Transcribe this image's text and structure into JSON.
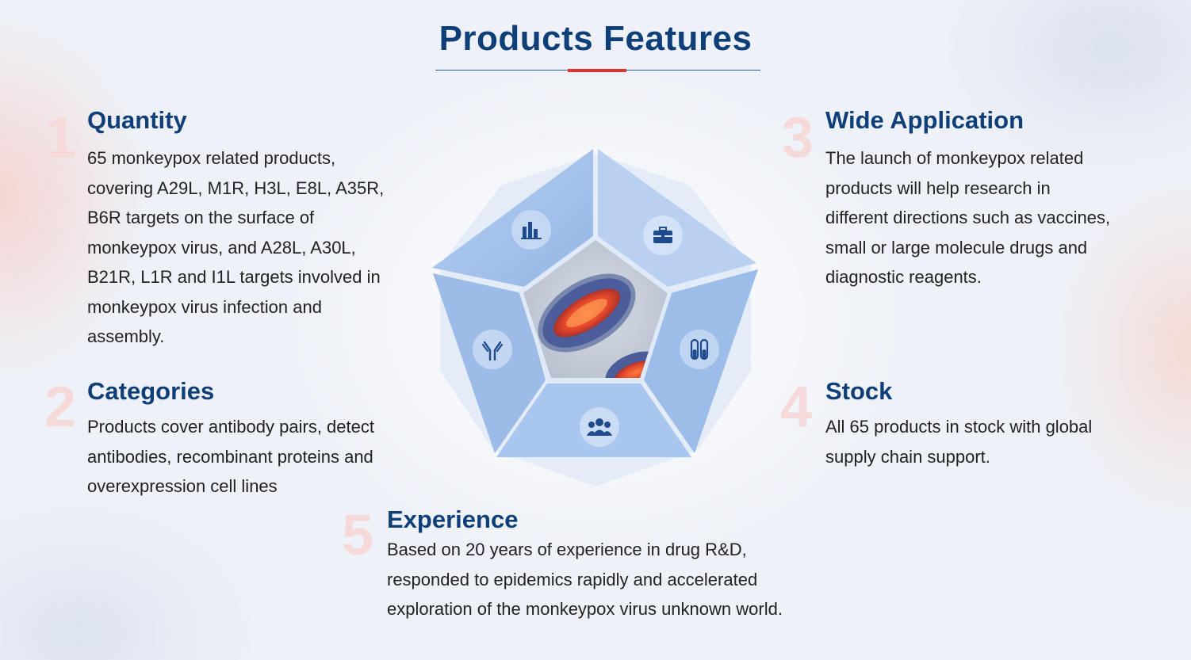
{
  "title": "Products Features",
  "colors": {
    "title": "#0f3f78",
    "accent": "#e2342f",
    "number": "#f6dada",
    "panel": "#a3c2ec"
  },
  "features": [
    {
      "number": "1",
      "heading": "Quantity",
      "lines": [
        "65 monkeypox related products,",
        "covering A29L, M1R, H3L, E8L, A35R,",
        "B6R targets on the surface of",
        "monkeypox virus, and A28L, A30L,",
        "B21R, L1R and I1L targets involved in",
        "monkeypox virus infection and",
        "assembly."
      ]
    },
    {
      "number": "2",
      "heading": "Categories",
      "lines": [
        "Products cover antibody pairs, detect",
        "antibodies, recombinant proteins and",
        "overexpression cell lines"
      ]
    },
    {
      "number": "3",
      "heading": "Wide Application",
      "lines": [
        "The launch of monkeypox related",
        "products will help research in",
        "different directions such as vaccines,",
        "small or large molecule drugs and",
        "diagnostic reagents."
      ]
    },
    {
      "number": "4",
      "heading": "Stock",
      "lines": [
        "All 65 products in stock with global",
        "supply chain support."
      ]
    },
    {
      "number": "5",
      "heading": "Experience",
      "lines": [
        "Based on 20 years of experience in drug R&D,",
        "responded to epidemics rapidly and accelerated",
        "exploration of the monkeypox virus unknown world."
      ]
    }
  ],
  "diagram": {
    "icons": [
      "bar-chart-icon",
      "briefcase-icon",
      "test-tubes-icon",
      "people-icon",
      "antibody-icon"
    ],
    "center_image": "monkeypox-virus-image"
  }
}
